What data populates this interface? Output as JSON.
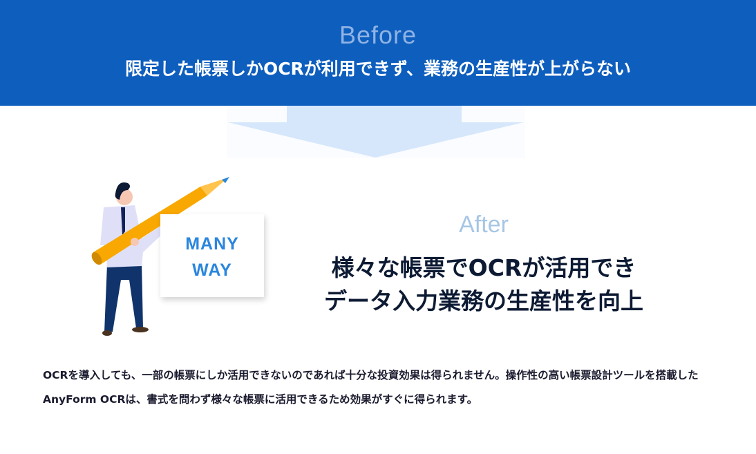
{
  "before": {
    "label": "Before",
    "text": "限定した帳票しかOCRが利用できず、業務の生産性が上がらない"
  },
  "card": {
    "line1": "MANY",
    "line2": "WAY"
  },
  "after": {
    "label": "After",
    "title_line1": "様々な帳票でOCRが活用でき",
    "title_line2": "データ入力業務の生産性を向上"
  },
  "description": "OCRを導入しても、一部の帳票にしか活用できないのであれば十分な投資効果は得られません。操作性の高い帳票設計ツールを搭載したAnyForm OCRは、書式を問わず様々な帳票に活用できるため効果がすぐに得られます。",
  "colors": {
    "banner": "#0e5ebe",
    "arrow": "#d6e7fb",
    "accent": "#2a86de"
  }
}
